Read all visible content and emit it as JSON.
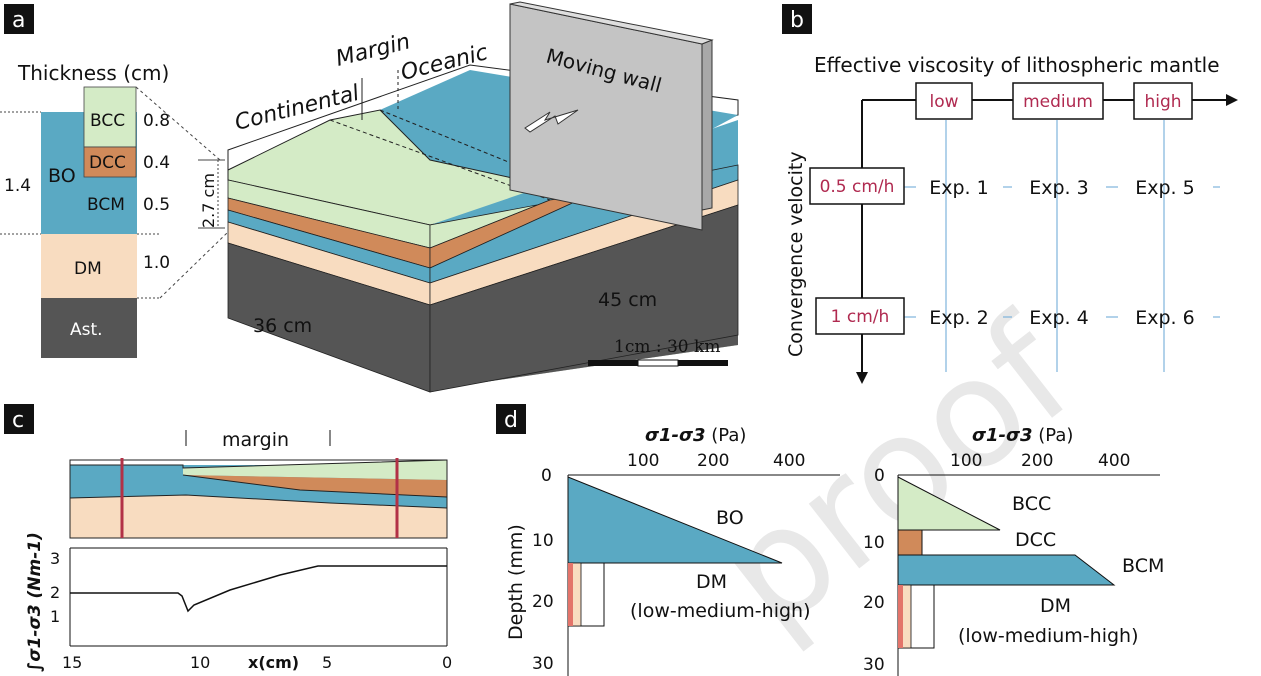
{
  "colors": {
    "bcc": "#d4ebc6",
    "dcc": "#d08a5a",
    "bo": "#5aa9c3",
    "dm": "#f8dcc0",
    "ast": "#555555",
    "red": "#b23146",
    "label_red": "#b02a50",
    "grid_blue": "#7fb4db"
  },
  "panel_a": {
    "letter": "a",
    "thickness_title": "Thickness (cm)",
    "bcc": "BCC",
    "bcc_t": "0.8",
    "dcc": "DCC",
    "dcc_t": "0.4",
    "bo": "BO",
    "bo_t": "1.4",
    "bcm": "BCM",
    "bcm_t": "0.5",
    "dm": "DM",
    "dm_t": "1.0",
    "ast": "Ast.",
    "total": "2.7 cm",
    "continental": "Continental",
    "margin": "Margin",
    "oceanic": "Oceanic",
    "moving_wall": "Moving wall",
    "len_36": "36 cm",
    "len_45": "45 cm",
    "scale": "1cm : 30 km"
  },
  "panel_b": {
    "letter": "b",
    "title": "Effective viscosity of lithospheric mantle",
    "viscosities": [
      "low",
      "medium",
      "high"
    ],
    "y_axis": "Convergence velocity",
    "velocities": [
      "0.5 cm/h",
      "1 cm/h"
    ],
    "experiments": [
      [
        "Exp. 1",
        "Exp. 3",
        "Exp. 5"
      ],
      [
        "Exp. 2",
        "Exp. 4",
        "Exp. 6"
      ]
    ]
  },
  "panel_c": {
    "letter": "c",
    "margin_label": "margin",
    "y_label": "∫σ1-σ3 (Nm-1)",
    "x_label": "x(cm)",
    "y_ticks": [
      "3",
      "2",
      "1"
    ],
    "x_ticks": [
      "15",
      "10",
      "5",
      "0"
    ]
  },
  "panel_d": {
    "letter": "d",
    "x_title_italic": "σ1-σ3",
    "x_title_unit": " (Pa)",
    "x_ticks": [
      "100",
      "200",
      "400"
    ],
    "y_label": "Depth (mm)",
    "y_ticks": [
      "0",
      "10",
      "20",
      "30"
    ],
    "left": {
      "bo": "BO",
      "dm": "DM",
      "dm_sub": "(low-medium-high)"
    },
    "right": {
      "bcc": "BCC",
      "dcc": "DCC",
      "bcm": "BCM",
      "dm": "DM",
      "dm_sub": "(low-medium-high)"
    }
  },
  "watermark": "proof"
}
